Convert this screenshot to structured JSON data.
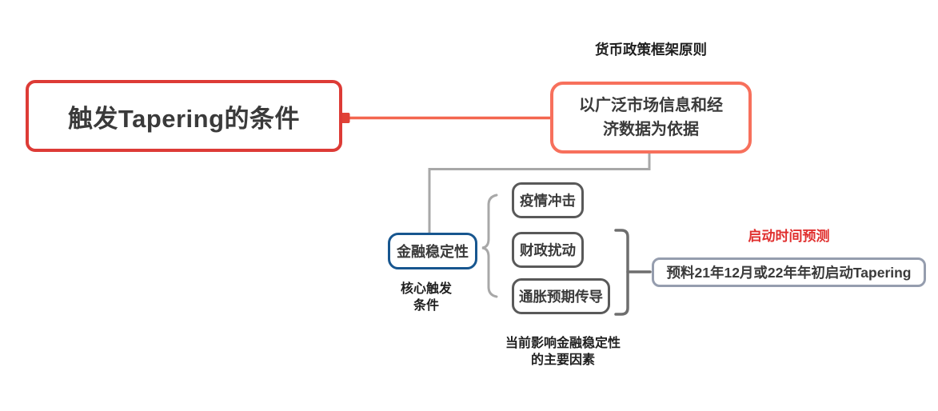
{
  "colors": {
    "background": "#ffffff",
    "root_border": "#dd3b36",
    "branch_line": "#f3664f",
    "connector_square": "#e04237",
    "framework_border": "#f7705c",
    "stability_border": "#17568f",
    "factor_border": "#595959",
    "prediction_border": "#959dae",
    "gray_line": "#a8a8a8",
    "bracket_line": "#6e6e6e",
    "node_text": "#3a3a3a",
    "label_text": "#1f1f1f",
    "red_label_text": "#e02f2e"
  },
  "mindmap": {
    "root": {
      "label": "触发Tapering的条件"
    },
    "framework": {
      "floating_label": "货币政策框架原则",
      "node": "以广泛市场信息和经济数据为依据"
    },
    "stability": {
      "node": "金融稳定性",
      "caption_line1": "核心触发",
      "caption_line2": "条件"
    },
    "factors": {
      "items": [
        "疫情冲击",
        "财政扰动",
        "通胀预期传导"
      ],
      "caption_line1": "当前影响金融稳定性",
      "caption_line2": "的主要因素"
    },
    "prediction": {
      "floating_label": "启动时间预测",
      "node": "预料21年12月或22年年初启动Tapering"
    }
  }
}
